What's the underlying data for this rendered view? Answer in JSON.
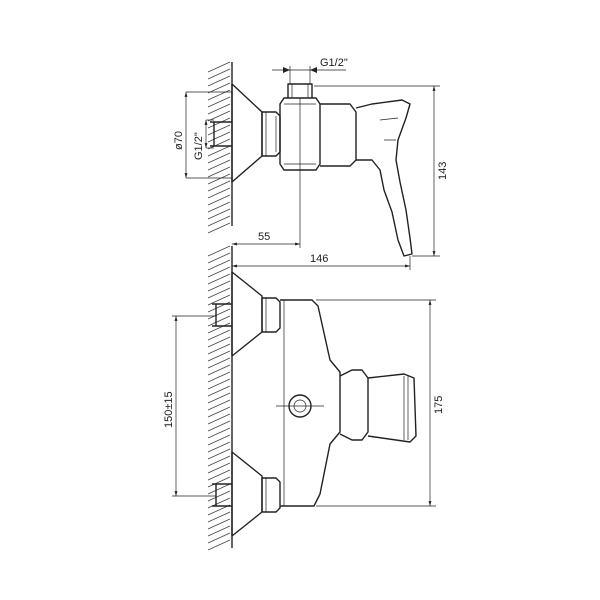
{
  "dimensions": {
    "thread_top": "G1/2\"",
    "diameter": "ø70",
    "thread_side": "G1/2\"",
    "depth_55": "55",
    "depth_146": "146",
    "height_143": "143",
    "spacing": "150±15",
    "height_175": "175"
  }
}
